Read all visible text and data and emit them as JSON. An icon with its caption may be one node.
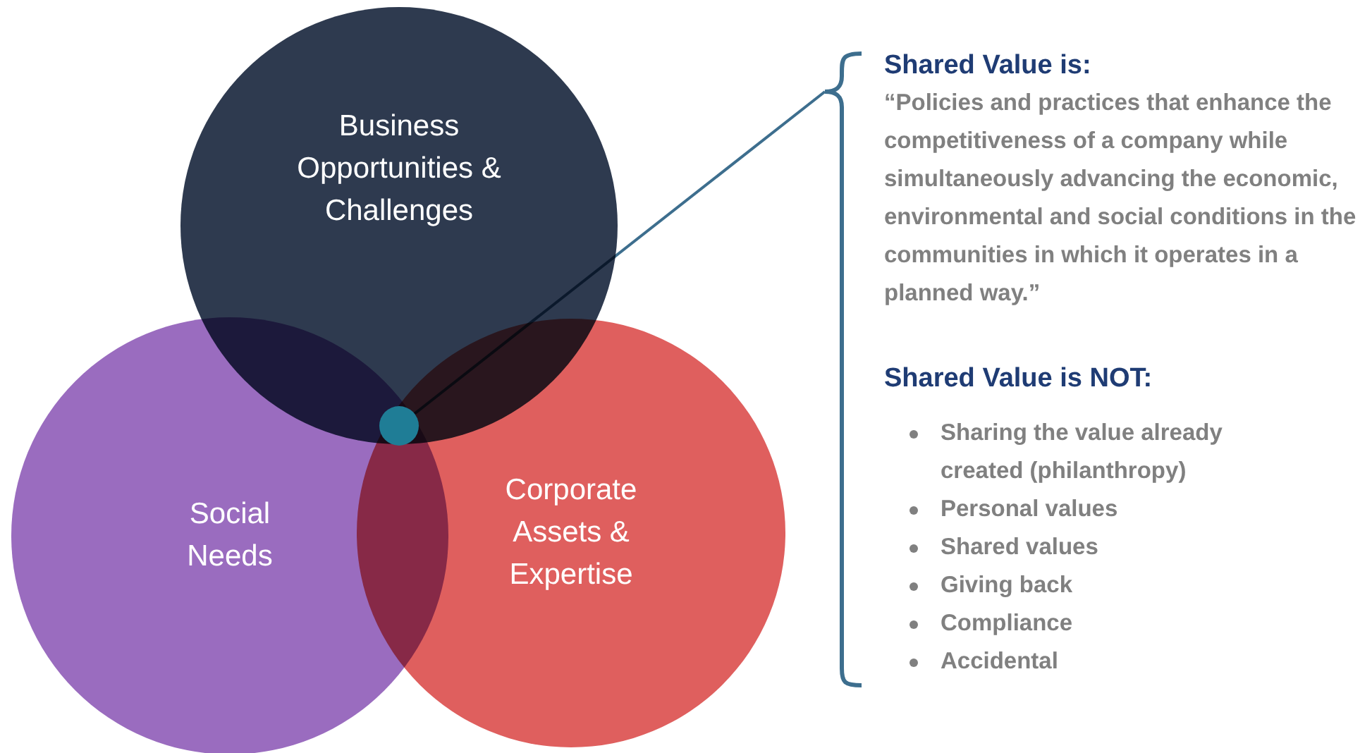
{
  "diagram": {
    "nodes": [
      {
        "text": [
          "Business Opportunities & Challenges"
        ]
      },
      {
        "text": [
          "Social Needs"
        ]
      },
      {
        "text": [
          "Corporate Assets & Expertise"
        ]
      },
      {
        "text": [],
        "shape": "circle"
      },
      {
        "text": [
          "Shared Value is:",
          "“Policies and practices that enhance the competitiveness of a company while simultaneously advancing the economic, environmental and social conditions in the communities in which it operates in a planned way.”",
          "Shared Value is NOT:",
          "Sharing the value already created (philanthropy)",
          "Personal values",
          "Shared values",
          "Giving back",
          "Compliance",
          "Accidental"
        ]
      }
    ],
    "edges": [
      {
        "from": 3,
        "to": 4,
        "arrow": "none"
      }
    ]
  }
}
